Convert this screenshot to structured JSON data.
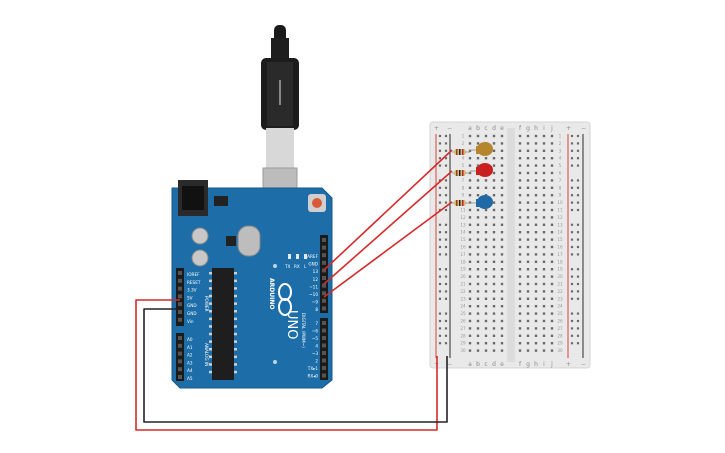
{
  "colors": {
    "board": "#1d6ea8",
    "board_dark": "#17598a",
    "header": "#1b1b1b",
    "breadboard": "#e9e9e9",
    "wire_red": "#d42a2a",
    "wire_black": "#222222",
    "led_yellow": "#b5862c",
    "led_red": "#c8201e",
    "led_blue": "#1f6aa6"
  },
  "arduino": {
    "brand": "ARDUINO",
    "model": "UNO",
    "power_label": "POWER",
    "analog_label": "ANALOG IN",
    "digital_label": "DIGITAL (PWM~)",
    "led_labels": [
      "TX",
      "RX",
      "L"
    ],
    "power_pins": [
      "IOREF",
      "RESET",
      "3.3V",
      "5V",
      "GND",
      "GND",
      "Vin"
    ],
    "analog_pins": [
      "A0",
      "A1",
      "A2",
      "A3",
      "A4",
      "A5"
    ],
    "top_pins": [
      "AREF",
      "GND",
      "13",
      "12",
      "~11",
      "~10",
      "~9",
      "8"
    ],
    "bottom_pins": [
      "7",
      "~6",
      "~5",
      "4",
      "~3",
      "2",
      "TX▸1",
      "RX◂0"
    ]
  },
  "breadboard": {
    "left_cols": [
      "a",
      "b",
      "c",
      "d",
      "e"
    ],
    "right_cols": [
      "f",
      "g",
      "h",
      "i",
      "j"
    ],
    "rail_plus": "+",
    "rail_minus": "−",
    "row_numbers": [
      "1",
      "2",
      "3",
      "4",
      "5",
      "6",
      "7",
      "8",
      "9",
      "10",
      "11",
      "12",
      "13",
      "14",
      "15",
      "16",
      "17",
      "18",
      "19",
      "20",
      "21",
      "22",
      "23",
      "24",
      "25",
      "26",
      "27",
      "28",
      "29",
      "30"
    ]
  },
  "icons": [
    "usb-cable-icon",
    "arduino-infinity-logo-icon",
    "reset-button-icon"
  ]
}
